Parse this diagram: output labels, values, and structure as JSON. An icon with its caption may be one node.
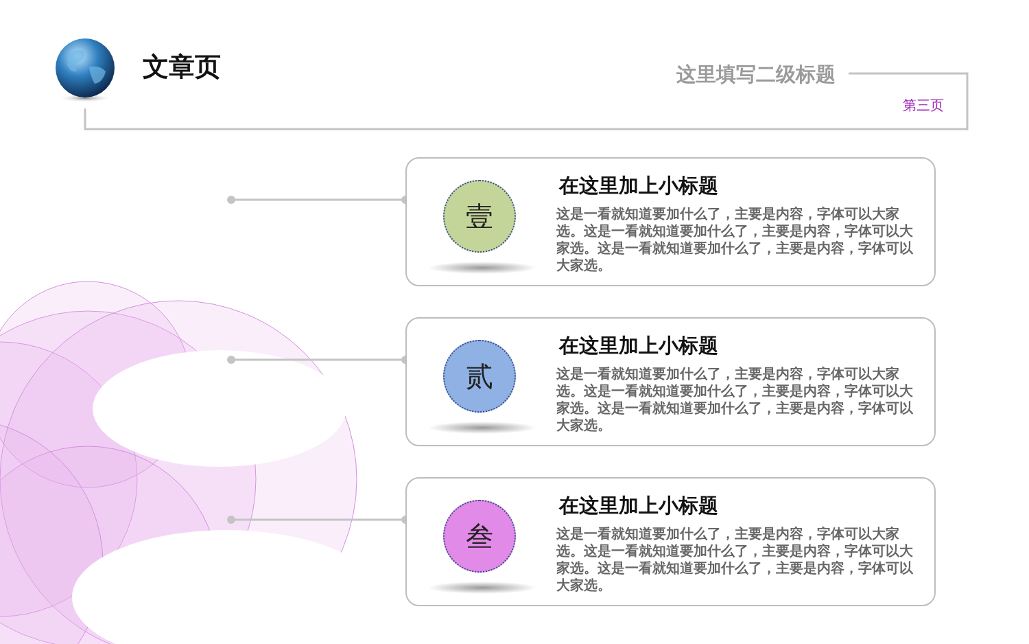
{
  "diagram": {
    "title": "文章页",
    "nodes": [
      {
        "text": [
          "在这里加上小标题",
          "这是一看就知道要加什么了，主要是内容，字体可以大家选。这是一看就知道要加什么了，主要是内容，字体可以大家选。这是一看就知道要加什么了，主要是内容，字体可以大家选。"
        ]
      },
      {
        "text": [
          "壹"
        ],
        "in": 0
      },
      {
        "text": [
          "在这里加上小标题",
          "这是一看就知道要加什么了，主要是内容，字体可以大家选。这是一看就知道要加什么了，主要是内容，字体可以大家选。这是一看就知道要加什么了，主要是内容，字体可以大家选。"
        ]
      },
      {
        "text": [
          "贰"
        ],
        "in": 2
      },
      {
        "text": [
          "在这里加上小标题",
          "这是一看就知道要加什么了，主要是内容，字体可以大家选。这是一看就知道要加什么了，主要是内容，字体可以大家选。这是一看就知道要加什么了，主要是内容，字体可以大家选。"
        ]
      },
      {
        "text": [
          "叁"
        ],
        "in": 4
      }
    ],
    "edges": [
      {
        "from": null,
        "to": 0,
        "arrow": "other"
      },
      {
        "from": null,
        "to": 2,
        "arrow": "other"
      },
      {
        "from": null,
        "to": 4,
        "arrow": "other"
      }
    ],
    "labels": [
      "这里填写二级标题",
      "第三页"
    ]
  }
}
